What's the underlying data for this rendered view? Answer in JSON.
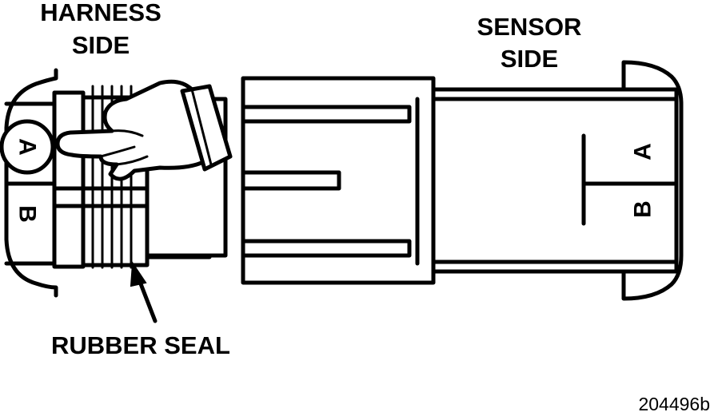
{
  "labels": {
    "harness_line1": "HARNESS",
    "harness_line2": "SIDE",
    "sensor_line1": "SENSOR",
    "sensor_line2": "SIDE",
    "rubber_seal": "RUBBER SEAL",
    "figure_id": "204496b"
  },
  "harness_pins": {
    "a": "A",
    "b": "B"
  },
  "sensor_pins": {
    "a": "A",
    "b": "B"
  }
}
